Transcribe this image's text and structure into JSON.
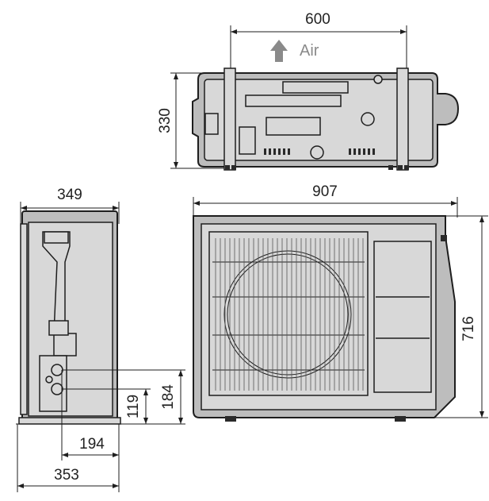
{
  "labels": {
    "top_width": "600",
    "top_depth": "330",
    "air": "Air",
    "side_depth_top": "349",
    "front_width": "907",
    "front_height": "716",
    "valve_height_upper": "184",
    "valve_height_lower": "119",
    "valve_offset": "194",
    "side_depth_bottom": "353"
  },
  "colors": {
    "unit_body": "#bdbdbd",
    "line": "#1e1e1e",
    "air_arrow": "#8a8a8a"
  },
  "icons": {
    "airflow": "up-arrow-icon"
  }
}
